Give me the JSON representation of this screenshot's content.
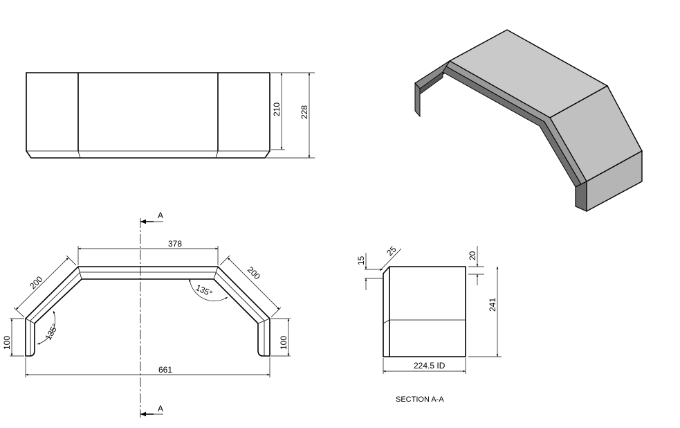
{
  "top_view": {
    "dim_inner_height": "210",
    "dim_overall_height": "228"
  },
  "plan_view": {
    "dim_top_length": "378",
    "dim_left_slope": "200",
    "dim_right_slope": "200",
    "angle_left": "135°",
    "angle_right": "135°",
    "dim_left_leg": "100",
    "dim_right_leg": "100",
    "dim_overall_width": "661",
    "section_marker_top": "A",
    "section_marker_bottom": "A"
  },
  "section_view": {
    "dim_chamfer_height": "15",
    "dim_chamfer": "25",
    "dim_lip": "20",
    "dim_height": "241",
    "dim_width": "224.5 ID",
    "title": "SECTION A-A"
  },
  "colors": {
    "line": "#000000",
    "shade_light": "#c8c8c8",
    "shade_mid": "#a8a8a8",
    "shade_dark": "#707070"
  }
}
